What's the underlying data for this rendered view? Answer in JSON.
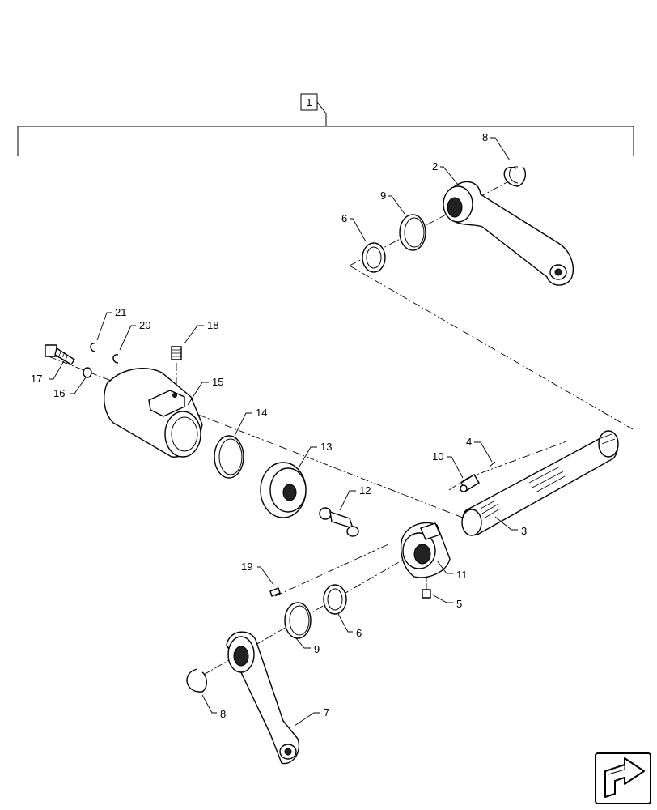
{
  "assembly_label": "1",
  "callouts": {
    "c2": "2",
    "c3": "3",
    "c4": "4",
    "c5": "5",
    "c6a": "6",
    "c6b": "6",
    "c7": "7",
    "c8a": "8",
    "c8b": "8",
    "c9a": "9",
    "c9b": "9",
    "c10": "10",
    "c11": "11",
    "c12": "12",
    "c13": "13",
    "c14": "14",
    "c15": "15",
    "c16": "16",
    "c17": "17",
    "c18": "18",
    "c19": "19",
    "c20": "20",
    "c21": "21"
  },
  "nav_icon": "next-page-arrow-icon"
}
